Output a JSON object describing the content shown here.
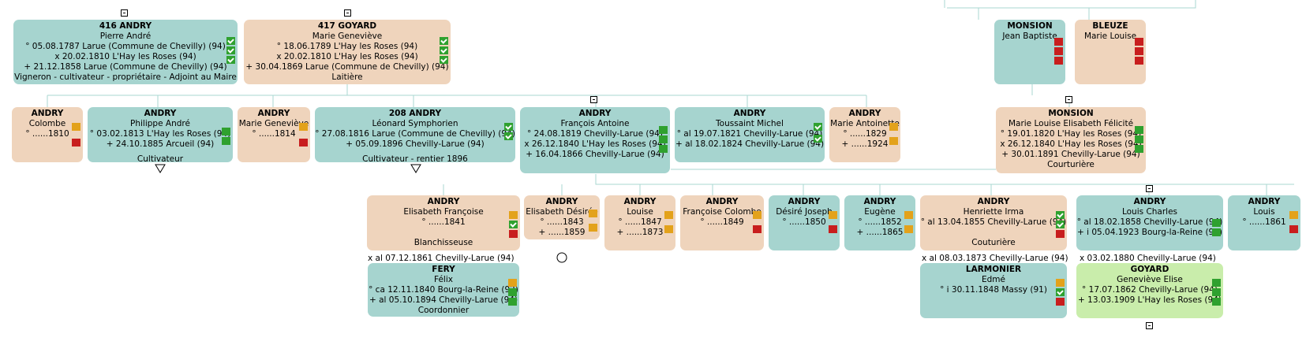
{
  "colors": {
    "male": "#a6d4cf",
    "female": "#efd4bc",
    "spouse": "#c9edab",
    "line": "#a9d7d2",
    "ok": "#2fa12f",
    "missing": "#c81e1e",
    "partial": "#e3a21b"
  },
  "icons": {
    "toggle": "toggle-icon",
    "more_children": "triangle-down-icon",
    "no_descendants": "circle-icon"
  },
  "pierre": {
    "title": "416 ANDRY",
    "given": "Pierre André",
    "l1": "° 05.08.1787 Larue (Commune de Chevilly) (94)",
    "l2": "x 20.02.1810 L'Hay les Roses (94)",
    "l3": "+ 21.12.1858 Larue (Commune de Chevilly) (94)",
    "l4": "Vigneron - cultivateur - propriétaire - Adjoint au Maire"
  },
  "marie_gen_goyard": {
    "title": "417 GOYARD",
    "given": "Marie Geneviève",
    "l1": "° 18.06.1789 L'Hay les Roses (94)",
    "l2": "x 20.02.1810 L'Hay les Roses (94)",
    "l3": "+ 30.04.1869 Larue (Commune de Chevilly) (94)",
    "l4": "Laitière"
  },
  "monsion_jb": {
    "title": "MONSION",
    "given": "Jean Baptiste"
  },
  "bleuze": {
    "title": "BLEUZE",
    "given": "Marie Louise"
  },
  "colombe": {
    "title": "ANDRY",
    "given": "Colombe",
    "l1": "° ......1810"
  },
  "philippe": {
    "title": "ANDRY",
    "given": "Philippe André",
    "l1": "° 03.02.1813 L'Hay les Roses (94)",
    "l2": "+ 24.10.1885 Arcueil (94)",
    "l3": "Cultivateur"
  },
  "marie_gen_andry": {
    "title": "ANDRY",
    "given": "Marie Geneviève",
    "l1": "° ......1814"
  },
  "leonard": {
    "title": "208 ANDRY",
    "given": "Léonard Symphorien",
    "l1": "° 27.08.1816 Larue (Commune de Chevilly) (94)",
    "l2": "+ 05.09.1896 Chevilly-Larue (94)",
    "l3": "Cultivateur - rentier 1896"
  },
  "francois": {
    "title": "ANDRY",
    "given": "François Antoine",
    "l1": "° 24.08.1819 Chevilly-Larue (94)",
    "l2": "x 26.12.1840 L'Hay les Roses (94)",
    "l3": "+ 16.04.1866 Chevilly-Larue (94)"
  },
  "toussaint": {
    "title": "ANDRY",
    "given": "Toussaint Michel",
    "l1": "° al 19.07.1821 Chevilly-Larue (94)",
    "l2": "+ al 18.02.1824 Chevilly-Larue (94)"
  },
  "marie_ant": {
    "title": "ANDRY",
    "given": "Marie Antoinette",
    "l1": "° ......1829",
    "l2": "+ ......1924"
  },
  "monsion_mle": {
    "title": "MONSION",
    "given": "Marie Louise Elisabeth Félicité",
    "l1": "° 19.01.1820 L'Hay les Roses (94)",
    "l2": "x 26.12.1840 L'Hay les Roses (94)",
    "l3": "+ 30.01.1891 Chevilly-Larue (94)",
    "l4": "Courturière"
  },
  "elisabeth_f": {
    "title": "ANDRY",
    "given": "Elisabeth Françoise",
    "l1": "° ......1841",
    "l2": "Blanchisseuse"
  },
  "elisabeth_d": {
    "title": "ANDRY",
    "given": "Elisabeth Désirée",
    "l1": "° ......1843",
    "l2": "+ ......1859"
  },
  "louise": {
    "title": "ANDRY",
    "given": "Louise",
    "l1": "° ......1847",
    "l2": "+ ......1873"
  },
  "francoise_c": {
    "title": "ANDRY",
    "given": "Françoise Colombe",
    "l1": "° ......1849"
  },
  "desire": {
    "title": "ANDRY",
    "given": "Désiré Joseph",
    "l1": "° ......1850"
  },
  "eugene": {
    "title": "ANDRY",
    "given": "Eugène",
    "l1": "° ......1852",
    "l2": "+ ......1865"
  },
  "henriette": {
    "title": "ANDRY",
    "given": "Henriette Irma",
    "l1": "° al 13.04.1855 Chevilly-Larue (94)",
    "l2": "Couturière"
  },
  "louis_charles": {
    "title": "ANDRY",
    "given": "Louis Charles",
    "l1": "° al 18.02.1858 Chevilly-Larue (94)",
    "l2": "+ i 05.04.1923 Bourg-la-Reine (92)"
  },
  "louis": {
    "title": "ANDRY",
    "given": "Louis",
    "l1": "° ......1861"
  },
  "marriages": {
    "fery": "x al 07.12.1861 Chevilly-Larue (94)",
    "larmonier": "x al 08.03.1873 Chevilly-Larue (94)",
    "goyard_ge": "x 03.02.1880 Chevilly-Larue (94)"
  },
  "fery": {
    "title": "FERY",
    "given": "Félix",
    "l1": "° ca 12.11.1840 Bourg-la-Reine (92)",
    "l2": "+ al 05.10.1894 Chevilly-Larue (94)",
    "l3": "Coordonnier"
  },
  "larmonier": {
    "title": "LARMONIER",
    "given": "Edmé",
    "l1": "° i 30.11.1848 Massy (91)"
  },
  "goyard_ge": {
    "title": "GOYARD",
    "given": "Geneviève Elise",
    "l1": "° 17.07.1862 Chevilly-Larue (94)",
    "l2": "+ 13.03.1909 L'Hay les Roses (94)"
  }
}
